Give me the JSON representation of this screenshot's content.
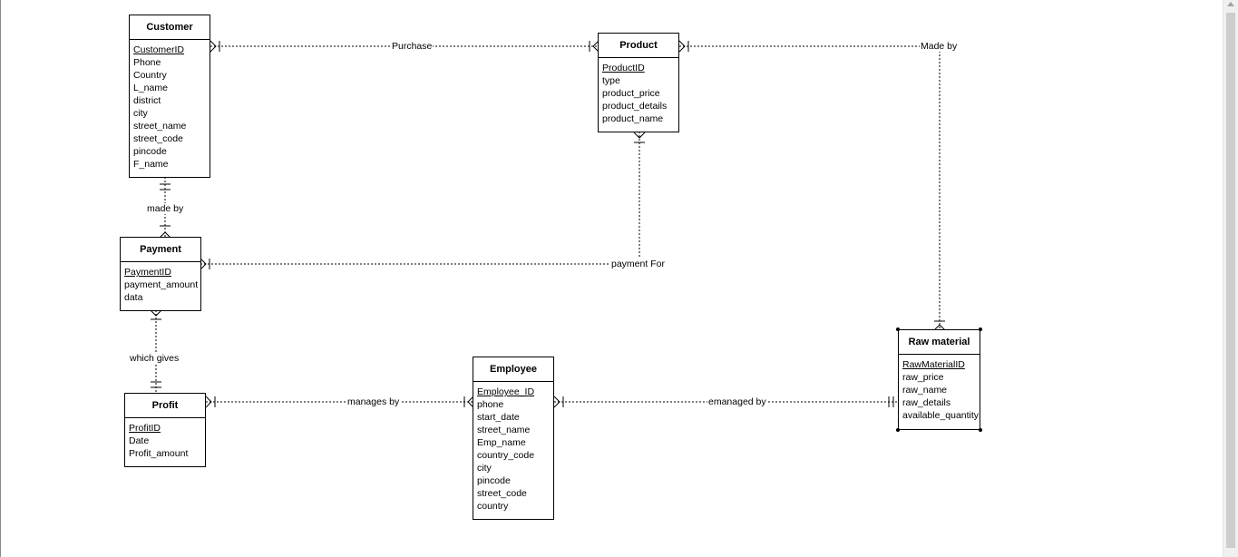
{
  "entities": {
    "customer": {
      "title": "Customer",
      "attributes": [
        {
          "name": "CustomerID",
          "pk": true
        },
        {
          "name": "Phone"
        },
        {
          "name": "Country"
        },
        {
          "name": "L_name"
        },
        {
          "name": "district"
        },
        {
          "name": "city"
        },
        {
          "name": "street_name"
        },
        {
          "name": "street_code"
        },
        {
          "name": "pincode"
        },
        {
          "name": "F_name"
        }
      ]
    },
    "product": {
      "title": "Product",
      "attributes": [
        {
          "name": "ProductID",
          "pk": true
        },
        {
          "name": "type"
        },
        {
          "name": "product_price"
        },
        {
          "name": "product_details"
        },
        {
          "name": "product_name"
        }
      ]
    },
    "payment": {
      "title": "Payment",
      "attributes": [
        {
          "name": "PaymentID",
          "pk": true
        },
        {
          "name": "payment_amount"
        },
        {
          "name": "data"
        }
      ]
    },
    "profit": {
      "title": "Profit",
      "attributes": [
        {
          "name": "ProfitID",
          "pk": true
        },
        {
          "name": "Date"
        },
        {
          "name": "Profit_amount"
        }
      ]
    },
    "employee": {
      "title": "Employee",
      "attributes": [
        {
          "name": "Employee_ID",
          "pk": true
        },
        {
          "name": "phone"
        },
        {
          "name": "start_date"
        },
        {
          "name": "street_name"
        },
        {
          "name": "Emp_name"
        },
        {
          "name": "country_code"
        },
        {
          "name": "city"
        },
        {
          "name": "pincode"
        },
        {
          "name": "street_code"
        },
        {
          "name": "country"
        }
      ]
    },
    "raw_material": {
      "title": "Raw material",
      "attributes": [
        {
          "name": "RawMaterialID",
          "pk": true
        },
        {
          "name": "raw_price"
        },
        {
          "name": "raw_name"
        },
        {
          "name": "raw_details"
        },
        {
          "name": "available_quantity"
        }
      ]
    }
  },
  "relationships": {
    "purchase": "Purchase",
    "made_by_product": "Made by",
    "made_by_payment": "made by",
    "payment_for": "payment For",
    "which_gives": "which gives",
    "manages_by": "manages by",
    "emanaged_by": "emanaged by"
  }
}
